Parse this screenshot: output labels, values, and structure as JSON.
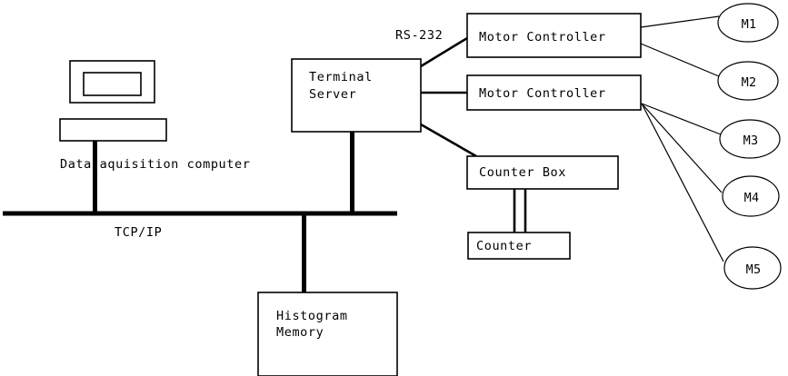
{
  "diagram": {
    "title": "Data acquisition system block diagram",
    "background_color": "#ffffff",
    "line_color": "#000000",
    "nodes": {
      "computer": {
        "label": "Data aquisition computer",
        "icon": "desktop-computer-icon"
      },
      "terminal_server": {
        "label_line1": "Terminal",
        "label_line2": "Server"
      },
      "motor_controller_1": {
        "label": "Motor Controller"
      },
      "motor_controller_2": {
        "label": "Motor Controller"
      },
      "counter_box": {
        "label": "Counter Box"
      },
      "counter": {
        "label": "Counter"
      },
      "histogram_memory": {
        "label_line1": "Histogram",
        "label_line2": "Memory"
      }
    },
    "motors": [
      {
        "id": "m1",
        "label": "M1"
      },
      {
        "id": "m2",
        "label": "M2"
      },
      {
        "id": "m3",
        "label": "M3"
      },
      {
        "id": "m4",
        "label": "M4"
      },
      {
        "id": "m5",
        "label": "M5"
      }
    ],
    "link_labels": {
      "bus": "TCP/IP",
      "serial": "RS-232"
    }
  }
}
